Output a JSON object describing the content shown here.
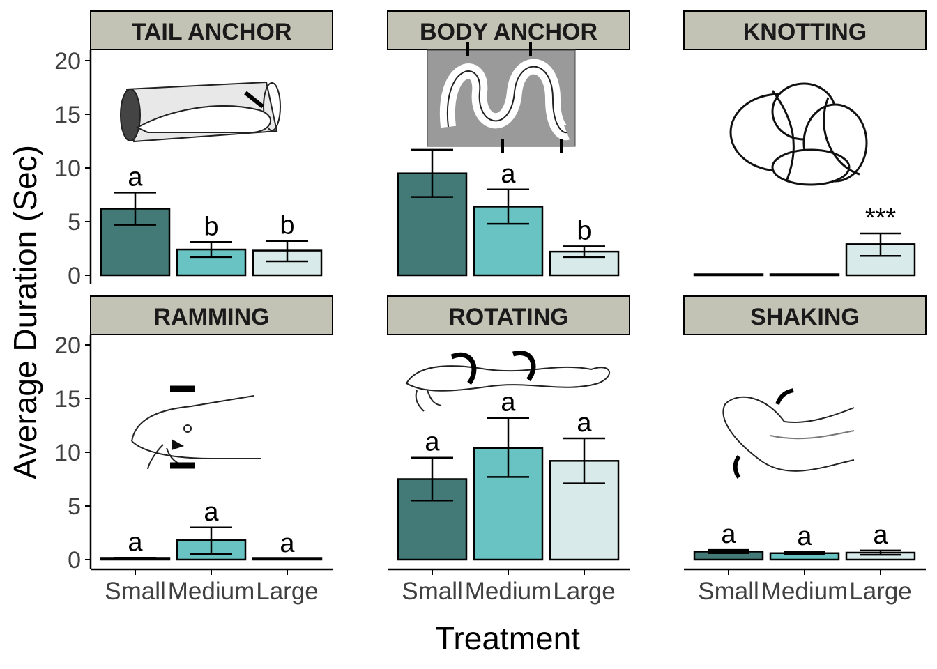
{
  "chart_data": {
    "type": "bar",
    "ylabel": "Average Duration (Sec)",
    "xlabel": "Treatment",
    "ylim": [
      0,
      21
    ],
    "yticks": [
      0,
      5,
      10,
      15,
      20
    ],
    "categories": [
      "Small",
      "Medium",
      "Large"
    ],
    "colors": [
      "#437a78",
      "#68c3c2",
      "#d8eaea"
    ],
    "bar_edge_color": "#000000",
    "strip_color": "#c2c3b4",
    "grid": false,
    "panels": [
      {
        "title": "TAIL ANCHOR",
        "icon": "tube-anchor-illustration",
        "values": [
          6.2,
          2.4,
          2.3
        ],
        "err_low": [
          4.7,
          1.7,
          1.3
        ],
        "err_high": [
          7.7,
          3.1,
          3.2
        ],
        "labels": [
          "a",
          "b",
          "b"
        ]
      },
      {
        "title": "BODY ANCHOR",
        "icon": "coiled-eel-illustration",
        "values": [
          9.5,
          6.4,
          2.2
        ],
        "err_low": [
          7.3,
          4.8,
          1.7
        ],
        "err_high": [
          11.7,
          8.0,
          2.7
        ],
        "labels": [
          "",
          "a",
          "b"
        ]
      },
      {
        "title": "KNOTTING",
        "icon": "knot-illustration",
        "values": [
          0.05,
          0.05,
          2.9
        ],
        "err_low": [
          0.05,
          0.05,
          1.8
        ],
        "err_high": [
          0.05,
          0.05,
          3.9
        ],
        "labels": [
          "",
          "",
          "***"
        ]
      },
      {
        "title": "RAMMING",
        "icon": "ramming-head-illustration",
        "values": [
          0.1,
          1.8,
          0.05
        ],
        "err_low": [
          0.05,
          0.5,
          0.05
        ],
        "err_high": [
          0.15,
          3.0,
          0.05
        ],
        "labels": [
          "a",
          "a",
          "a"
        ]
      },
      {
        "title": "ROTATING",
        "icon": "rotating-eel-illustration",
        "values": [
          7.5,
          10.4,
          9.2
        ],
        "err_low": [
          5.5,
          7.7,
          7.1
        ],
        "err_high": [
          9.5,
          13.2,
          11.3
        ],
        "labels": [
          "a",
          "a",
          "a"
        ]
      },
      {
        "title": "SHAKING",
        "icon": "shaking-eel-illustration",
        "values": [
          0.75,
          0.6,
          0.65
        ],
        "err_low": [
          0.6,
          0.5,
          0.45
        ],
        "err_high": [
          0.9,
          0.7,
          0.85
        ],
        "labels": [
          "a",
          "a",
          "a"
        ]
      }
    ]
  }
}
